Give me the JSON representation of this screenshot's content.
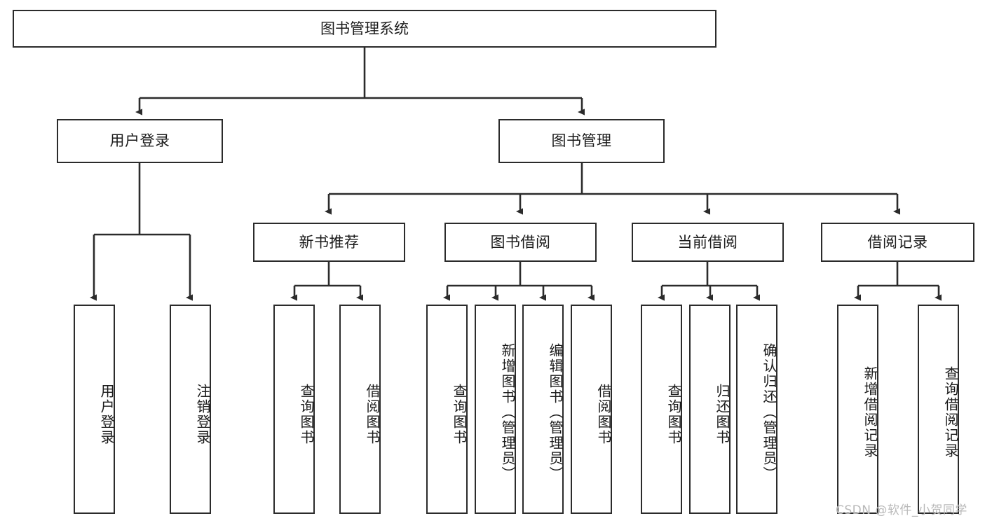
{
  "diagram": {
    "title": "图书管理系统",
    "type": "tree-hierarchy",
    "watermark": "CSDN @软件_小贺同学",
    "colors": {
      "box_border": "#2b2b2b",
      "box_fill": "#ffffff",
      "edge": "#2b2b2b",
      "text": "#1b1b1b",
      "watermark": "#b9b9b9",
      "background": "#ffffff"
    },
    "root": {
      "label": "图书管理系统",
      "orientation": "horizontal"
    },
    "level2": [
      {
        "id": "user-login",
        "label": "用户登录",
        "orientation": "horizontal"
      },
      {
        "id": "book-manage",
        "label": "图书管理",
        "orientation": "horizontal"
      }
    ],
    "level3": [
      {
        "id": "new-book-recommend",
        "label": "新书推荐",
        "parent": "book-manage",
        "orientation": "horizontal"
      },
      {
        "id": "book-borrow",
        "label": "图书借阅",
        "parent": "book-manage",
        "orientation": "horizontal"
      },
      {
        "id": "current-borrow",
        "label": "当前借阅",
        "parent": "book-manage",
        "orientation": "horizontal"
      },
      {
        "id": "borrow-record",
        "label": "借阅记录",
        "parent": "book-manage",
        "orientation": "horizontal"
      }
    ],
    "leaves": [
      {
        "id": "leaf-user-login",
        "label": "用户登录",
        "parent": "user-login",
        "orientation": "vertical"
      },
      {
        "id": "leaf-logout",
        "label": "注销登录",
        "parent": "user-login",
        "orientation": "vertical"
      },
      {
        "id": "leaf-query-book-1",
        "label": "查询图书",
        "parent": "new-book-recommend",
        "orientation": "vertical"
      },
      {
        "id": "leaf-borrow-book-1",
        "label": "借阅图书",
        "parent": "new-book-recommend",
        "orientation": "vertical"
      },
      {
        "id": "leaf-query-book-2",
        "label": "查询图书",
        "parent": "book-borrow",
        "orientation": "vertical"
      },
      {
        "id": "leaf-add-book",
        "label": "新增图书（管理员）",
        "parent": "book-borrow",
        "orientation": "vertical"
      },
      {
        "id": "leaf-edit-book",
        "label": "编辑图书（管理员）",
        "parent": "book-borrow",
        "orientation": "vertical"
      },
      {
        "id": "leaf-borrow-book-2",
        "label": "借阅图书",
        "parent": "book-borrow",
        "orientation": "vertical"
      },
      {
        "id": "leaf-query-book-3",
        "label": "查询图书",
        "parent": "current-borrow",
        "orientation": "vertical"
      },
      {
        "id": "leaf-return-book",
        "label": "归还图书",
        "parent": "current-borrow",
        "orientation": "vertical"
      },
      {
        "id": "leaf-confirm-return",
        "label": "确认归还（管理员）",
        "parent": "current-borrow",
        "orientation": "vertical"
      },
      {
        "id": "leaf-add-record",
        "label": "新增借阅记录",
        "parent": "borrow-record",
        "orientation": "vertical"
      },
      {
        "id": "leaf-query-record",
        "label": "查询借阅记录",
        "parent": "borrow-record",
        "orientation": "vertical"
      }
    ]
  }
}
